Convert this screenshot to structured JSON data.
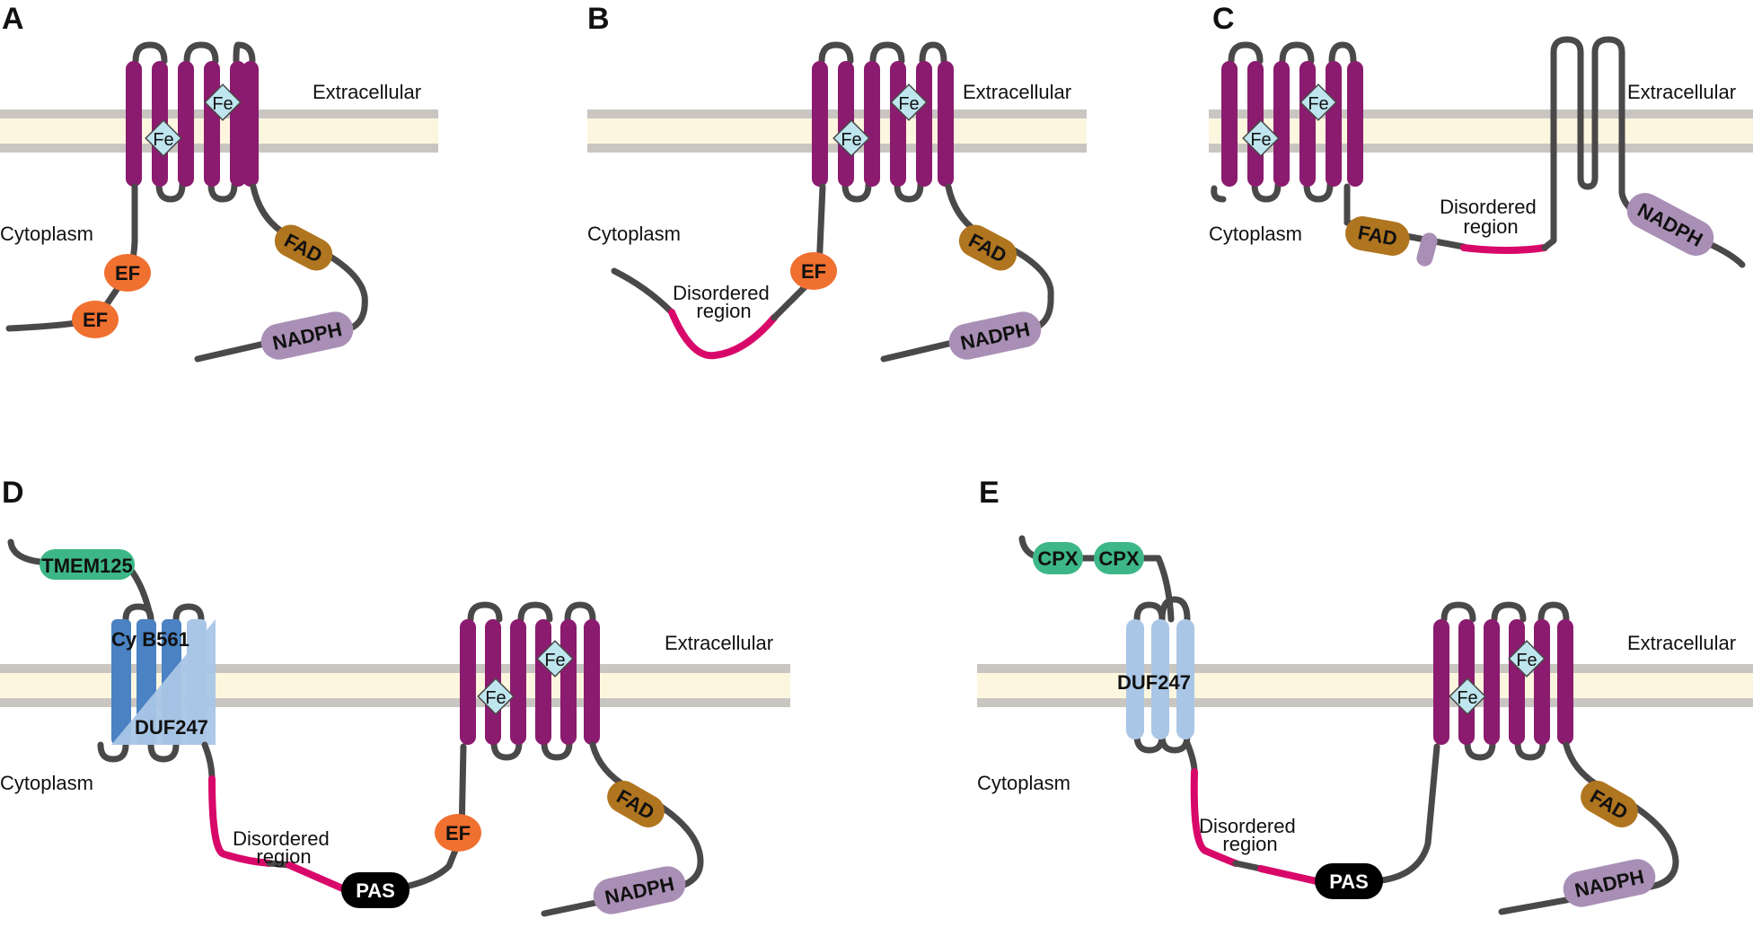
{
  "panels": {
    "a": {
      "letter": "A",
      "extracellular": "Extracellular",
      "cytoplasm": "Cytoplasm",
      "ef1": "EF",
      "ef2": "EF",
      "fad": "FAD",
      "nadph": "NADPH",
      "fe1": "Fe",
      "fe2": "Fe"
    },
    "b": {
      "letter": "B",
      "extracellular": "Extracellular",
      "cytoplasm": "Cytoplasm",
      "disordered": [
        "Disordered",
        "region"
      ],
      "ef": "EF",
      "fad": "FAD",
      "nadph": "NADPH",
      "fe1": "Fe",
      "fe2": "Fe"
    },
    "c": {
      "letter": "C",
      "extracellular": "Extracellular",
      "cytoplasm": "Cytoplasm",
      "disordered": [
        "Disordered",
        "region"
      ],
      "fad": "FAD",
      "nadph": "NADPH",
      "fe1": "Fe",
      "fe2": "Fe"
    },
    "d": {
      "letter": "D",
      "extracellular": "Extracellular",
      "cytoplasm": "Cytoplasm",
      "disordered": [
        "Disordered",
        "region"
      ],
      "tmem": "TMEM125",
      "cyb": "Cy B561",
      "duf": "DUF247",
      "pas": "PAS",
      "ef": "EF",
      "fad": "FAD",
      "nadph": "NADPH",
      "fe1": "Fe",
      "fe2": "Fe"
    },
    "e": {
      "letter": "E",
      "extracellular": "Extracellular",
      "cytoplasm": "Cytoplasm",
      "disordered": [
        "Disordered",
        "region"
      ],
      "cpx1": "CPX",
      "cpx2": "CPX",
      "duf": "DUF247",
      "pas": "PAS",
      "fad": "FAD",
      "nadph": "NADPH",
      "fe1": "Fe",
      "fe2": "Fe"
    }
  },
  "colors": {
    "helix": "#8b1b6e",
    "ef": "#f07030",
    "fad": "#b0751f",
    "nadph": "#a98fb5",
    "disordered": "#d8086a",
    "chain": "#4a4848",
    "fe_diamond": "#bfe6ef",
    "membrane_edge": "#c9c6c2",
    "membrane_core": "#fdf6df",
    "green_domain": "#3db787",
    "cyb_dark": "#4a82c3",
    "duf_light": "#a9c6e6",
    "pas": "#000000"
  },
  "icons": [
    "fe-diamond-icon"
  ]
}
